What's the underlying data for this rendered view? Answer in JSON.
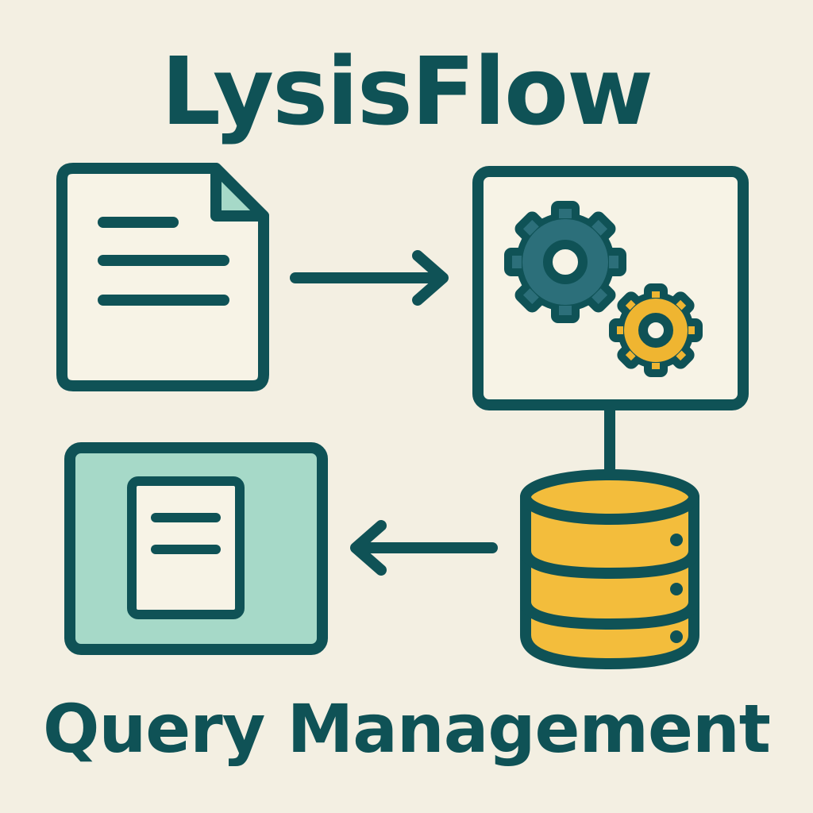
{
  "title": "LysisFlow",
  "subtitle": "Query Management",
  "colors": {
    "background": "#f3efe2",
    "outline": "#0f5256",
    "teal_fill": "#a6d9c8",
    "gear_large": "#2c6f7a",
    "gear_small": "#efb531",
    "database": "#f3bd3c",
    "paper": "#f7f3e6"
  },
  "icons": [
    "document-icon",
    "arrow-right-icon",
    "gears-panel-icon",
    "connector-line",
    "database-icon",
    "arrow-left-icon",
    "result-panel-icon"
  ]
}
